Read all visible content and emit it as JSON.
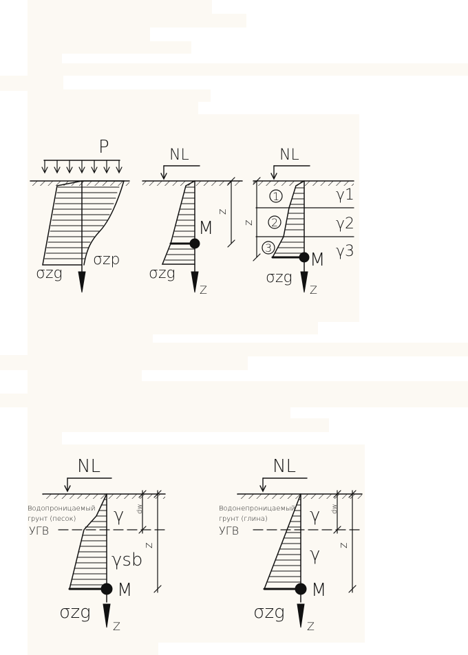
{
  "colors": {
    "page": "#ffffff",
    "paper": "#fcf9f3",
    "ink": "#111111"
  },
  "figure1": {
    "panel_a": {
      "load": "P",
      "sigma_zg": "σzg",
      "sigma_zp": "σzp"
    },
    "panel_b": {
      "surface": "NL",
      "depth": "z",
      "point": "M",
      "sigma": "σzg",
      "axis": "Z"
    },
    "panel_c": {
      "surface": "NL",
      "depth": "z",
      "layers": [
        {
          "num": "1",
          "gamma": "γ1"
        },
        {
          "num": "2",
          "gamma": "γ2"
        },
        {
          "num": "3",
          "gamma": "γ3"
        }
      ],
      "point": "M",
      "sigma": "σzg",
      "axis": "Z"
    }
  },
  "figure2": {
    "panel_left": {
      "surface": "NL",
      "soil_line1": "Водопроницаемый",
      "soil_line2": "грунт (песок)",
      "water_level": "УГВ",
      "gamma_top": "γ",
      "gamma_bottom": "γsb",
      "dw": "dw",
      "depth": "z",
      "point": "M",
      "sigma": "σzg",
      "axis": "Z"
    },
    "panel_right": {
      "surface": "NL",
      "soil_line1": "Водонепроницаемый",
      "soil_line2": "грунт (глина)",
      "water_level": "УГВ",
      "gamma_top": "γ",
      "gamma_bottom": "γ",
      "dw": "dw",
      "depth": "z",
      "point": "M",
      "sigma": "σzg",
      "axis": "Z"
    }
  }
}
